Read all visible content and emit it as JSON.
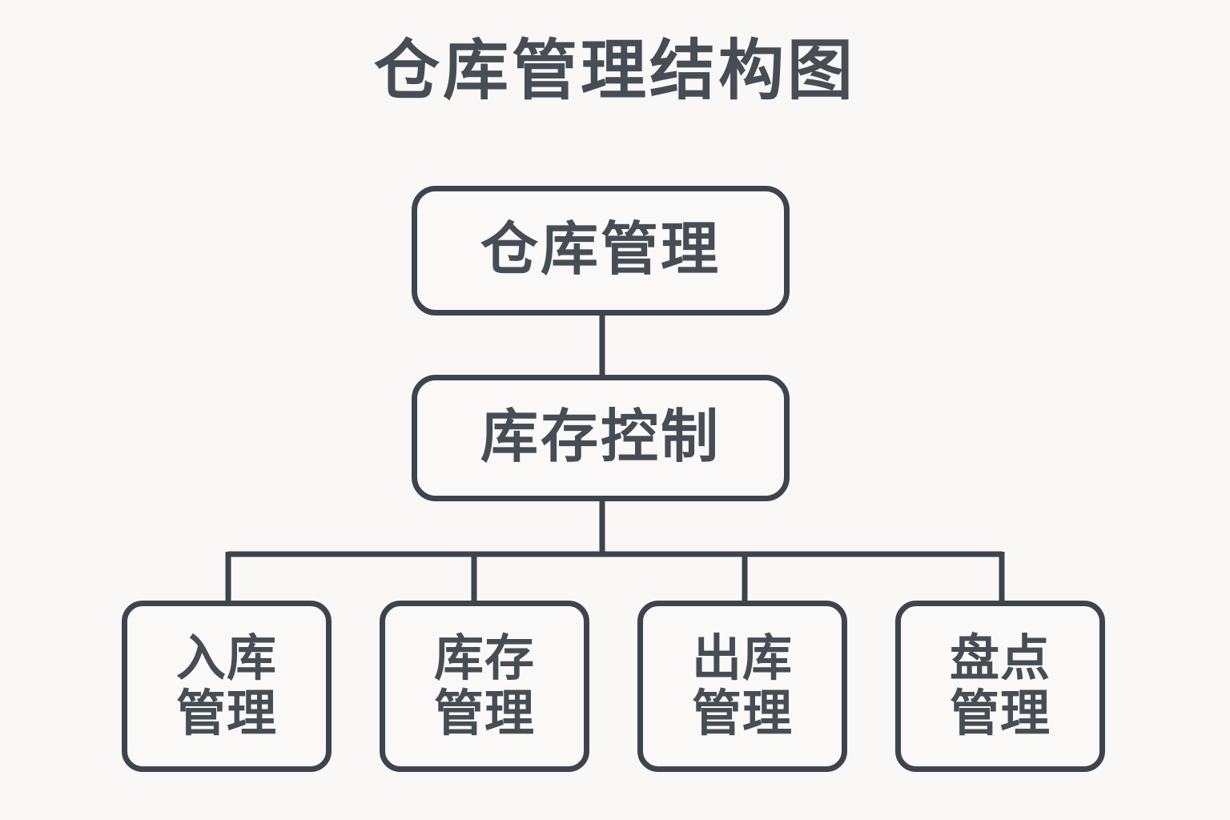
{
  "title": "仓库管理结构图",
  "colors": {
    "background": "#f9f8f6",
    "node_fill": "#faf9f7",
    "stroke": "#3e444c",
    "text": "#474d55"
  },
  "diagram": {
    "type": "tree",
    "orientation": "top-down",
    "root": {
      "id": "warehouse-management",
      "label": "仓库管理"
    },
    "level2": {
      "id": "inventory-control",
      "label": "库存控制",
      "parent": "warehouse-management"
    },
    "leaves": [
      {
        "id": "inbound-management",
        "label": "入库\n管理",
        "parent": "inventory-control"
      },
      {
        "id": "stock-management",
        "label": "库存\n管理",
        "parent": "inventory-control"
      },
      {
        "id": "outbound-management",
        "label": "出库\n管理",
        "parent": "inventory-control"
      },
      {
        "id": "stocktaking-management",
        "label": "盘点\n管理",
        "parent": "inventory-control"
      }
    ],
    "edges": [
      {
        "from": "warehouse-management",
        "to": "inventory-control"
      },
      {
        "from": "inventory-control",
        "to": "inbound-management"
      },
      {
        "from": "inventory-control",
        "to": "stock-management"
      },
      {
        "from": "inventory-control",
        "to": "outbound-management"
      },
      {
        "from": "inventory-control",
        "to": "stocktaking-management"
      }
    ]
  }
}
